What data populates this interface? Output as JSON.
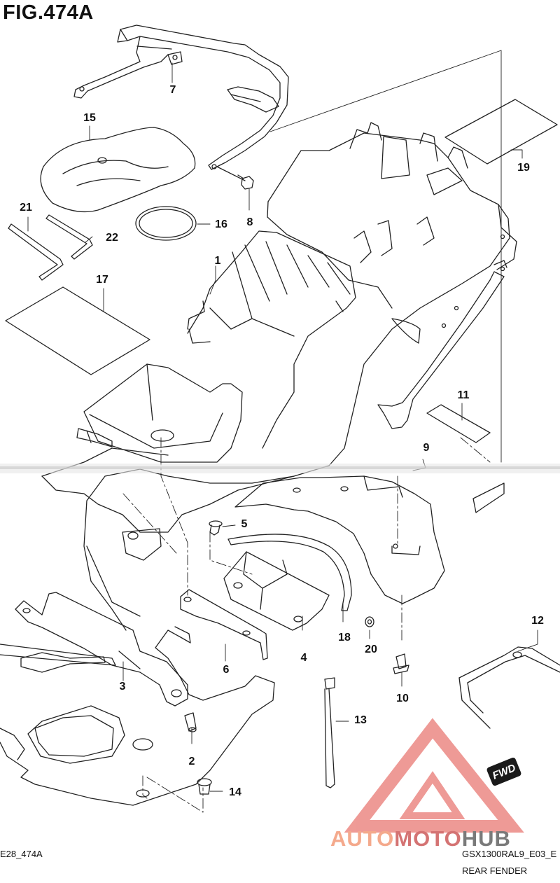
{
  "figure": {
    "title": "FIG.474A",
    "diagram_code": "E28_474A",
    "model_code": "GSX1300RAL9_E03_E",
    "section_name": "REAR FENDER"
  },
  "callouts": [
    {
      "id": "c1",
      "text": "1"
    },
    {
      "id": "c2",
      "text": "2"
    },
    {
      "id": "c3",
      "text": "3"
    },
    {
      "id": "c4",
      "text": "4"
    },
    {
      "id": "c5",
      "text": "5"
    },
    {
      "id": "c6",
      "text": "6"
    },
    {
      "id": "c7",
      "text": "7"
    },
    {
      "id": "c8",
      "text": "8"
    },
    {
      "id": "c9",
      "text": "9"
    },
    {
      "id": "c10",
      "text": "10"
    },
    {
      "id": "c11",
      "text": "11"
    },
    {
      "id": "c12",
      "text": "12"
    },
    {
      "id": "c13",
      "text": "13"
    },
    {
      "id": "c14",
      "text": "14"
    },
    {
      "id": "c15",
      "text": "15"
    },
    {
      "id": "c16",
      "text": "16"
    },
    {
      "id": "c17",
      "text": "17"
    },
    {
      "id": "c18",
      "text": "18"
    },
    {
      "id": "c19",
      "text": "19"
    },
    {
      "id": "c20",
      "text": "20"
    },
    {
      "id": "c21",
      "text": "21"
    },
    {
      "id": "c22",
      "text": "22"
    }
  ],
  "badge": {
    "fwd": "FWD"
  },
  "watermark": {
    "part1": "AUTO",
    "part2": "MOTO",
    "part3": "HUB"
  },
  "colors": {
    "line": "#222222",
    "watermark_triangle": "#e8706a",
    "watermark_orange": "#f4a98c",
    "watermark_grey": "#7a7a7a",
    "noise_band": "#c8c8c8"
  }
}
